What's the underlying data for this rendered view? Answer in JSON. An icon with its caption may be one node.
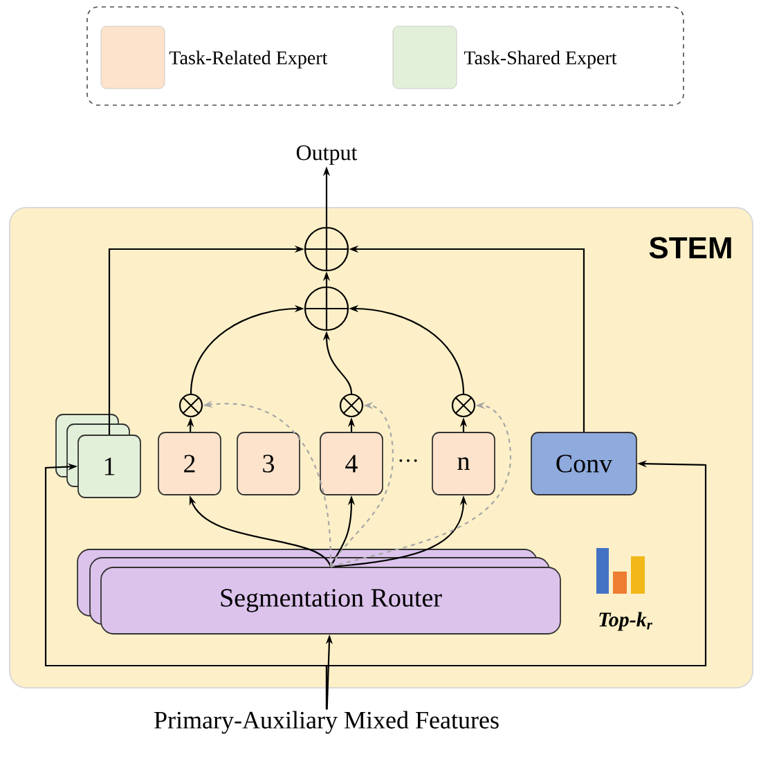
{
  "diagram": {
    "nodes": [
      {
        "text": [
          "STEM"
        ]
      },
      {
        "text": [
          "Output"
        ]
      },
      {
        "text": [
          "Primary-Auxiliary Mixed Features"
        ]
      },
      {
        "text": [],
        "shape": "circle",
        "in": 0
      },
      {
        "text": [],
        "shape": "circle",
        "in": 0
      },
      {
        "text": [
          "1"
        ],
        "in": 0
      },
      {
        "text": [
          "2"
        ],
        "in": 0
      },
      {
        "text": [
          "3"
        ],
        "in": 0
      },
      {
        "text": [
          "4"
        ],
        "in": 0
      },
      {
        "text": [
          "n"
        ],
        "in": 0
      },
      {
        "text": [
          "Conv"
        ],
        "in": 0
      },
      {
        "text": [],
        "shape": "circle",
        "in": 0
      },
      {
        "text": [],
        "shape": "circle",
        "in": 0
      },
      {
        "text": [],
        "shape": "circle",
        "in": 0
      },
      {
        "text": [
          "Segmentation Router"
        ],
        "in": 0
      }
    ],
    "edges": [
      {
        "from": 3,
        "to": 1,
        "arrow": "to"
      },
      {
        "from": 4,
        "to": 3,
        "arrow": "to"
      },
      {
        "from": 5,
        "to": 3,
        "arrow": "to"
      },
      {
        "from": 10,
        "to": 3,
        "arrow": "to"
      },
      {
        "from": 11,
        "to": 4,
        "arrow": "to"
      },
      {
        "from": 12,
        "to": 4,
        "arrow": "to"
      },
      {
        "from": 13,
        "to": 4,
        "arrow": "to"
      },
      {
        "from": 6,
        "to": 11,
        "arrow": "to"
      },
      {
        "from": 8,
        "to": 12,
        "arrow": "to"
      },
      {
        "from": 9,
        "to": 13,
        "arrow": "to"
      },
      {
        "from": 14,
        "to": 6,
        "arrow": "to"
      },
      {
        "from": 14,
        "to": 8,
        "arrow": "to"
      },
      {
        "from": 14,
        "to": 9,
        "arrow": "to"
      },
      {
        "from": 14,
        "to": 11,
        "arrow": "to",
        "style": "dashed",
        "color": "#a6a6a6"
      },
      {
        "from": 14,
        "to": 12,
        "arrow": "to",
        "style": "dashed",
        "color": "#a6a6a6"
      },
      {
        "from": 14,
        "to": 13,
        "arrow": "to",
        "style": "dashed",
        "color": "#a6a6a6"
      },
      {
        "from": 2,
        "to": 14,
        "arrow": "to"
      },
      {
        "from": 2,
        "to": 5,
        "arrow": "to"
      },
      {
        "from": 2,
        "to": 10,
        "arrow": "to"
      }
    ],
    "labels": [
      "···",
      "Top-k$_{r}$"
    ],
    "legend": [
      {
        "text": "Task-Related Expert",
        "color": "#fde3cc"
      },
      {
        "text": "Task-Shared Expert",
        "color": "#e2f0d9"
      }
    ]
  }
}
